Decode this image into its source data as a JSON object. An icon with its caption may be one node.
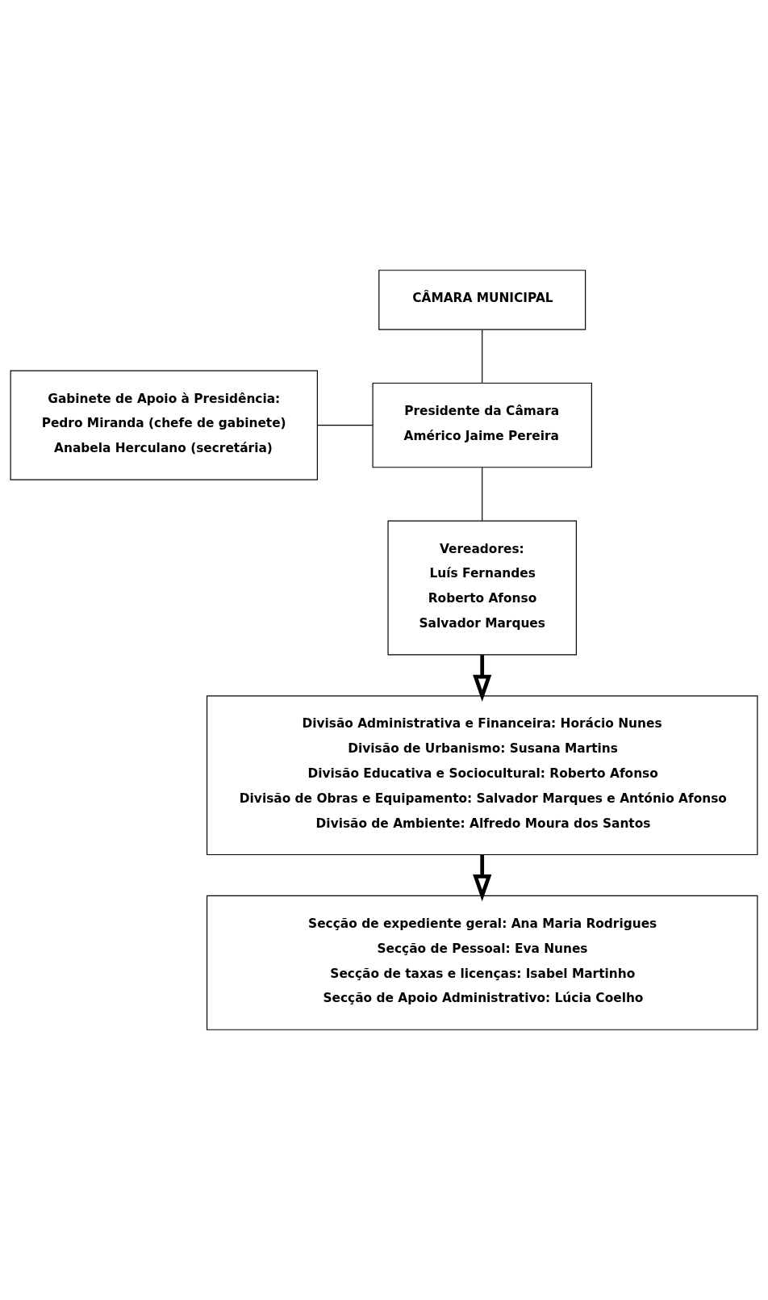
{
  "diagram": {
    "nodes": [
      {
        "text": [
          "CÂMARA MUNICIPAL"
        ]
      },
      {
        "text": [
          "Gabinete de Apoio à Presidência:",
          "Pedro Miranda (chefe de gabinete)",
          "Anabela Herculano (secretária)"
        ]
      },
      {
        "text": [
          "Presidente da Câmara",
          "Américo Jaime Pereira"
        ]
      },
      {
        "text": [
          "Vereadores:",
          "Luís Fernandes",
          "Roberto Afonso",
          "Salvador Marques"
        ]
      },
      {
        "text": [
          "Divisão Administrativa e Financeira: Horácio Nunes",
          "Divisão de Urbanismo: Susana Martins",
          "Divisão Educativa e Sociocultural: Roberto Afonso",
          "Divisão de Obras e Equipamento: Salvador Marques e António Afonso",
          "Divisão de Ambiente: Alfredo Moura dos Santos"
        ]
      },
      {
        "text": [
          "Secção de expediente geral: Ana Maria Rodrigues",
          "Secção de Pessoal: Eva Nunes",
          "Secção de taxas e licenças: Isabel Martinho",
          "Secção de Apoio Administrativo: Lúcia Coelho"
        ]
      }
    ],
    "edges": [
      {
        "from": 0,
        "to": 2,
        "arrow": "none"
      },
      {
        "from": 1,
        "to": 2,
        "arrow": "none"
      },
      {
        "from": 2,
        "to": 3,
        "arrow": "none"
      },
      {
        "from": 3,
        "to": 4,
        "arrow": "to",
        "style": "thick"
      },
      {
        "from": 4,
        "to": 5,
        "arrow": "to",
        "style": "thick"
      }
    ]
  }
}
